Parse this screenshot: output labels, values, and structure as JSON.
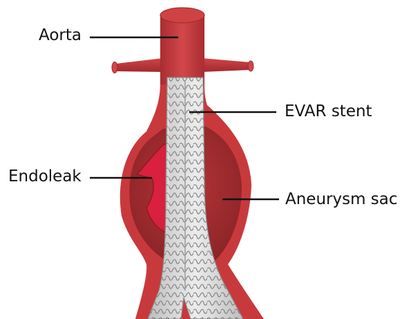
{
  "labels": {
    "aorta": "Aorta",
    "evar_stent": "EVAR stent",
    "endoleak": "Endoleak",
    "aneurysm_sac": "Aneurysm sac"
  },
  "colors": {
    "vessel": "#c73a3d",
    "vessel_dark": "#a52a2e",
    "sac_outer": "#d24749",
    "sac_inner": "#9c2a2d",
    "endoleak": "#d9203e",
    "stent": "#dcdcdc",
    "stent_wire": "#7d7d7d",
    "leader_line": "#111111"
  }
}
